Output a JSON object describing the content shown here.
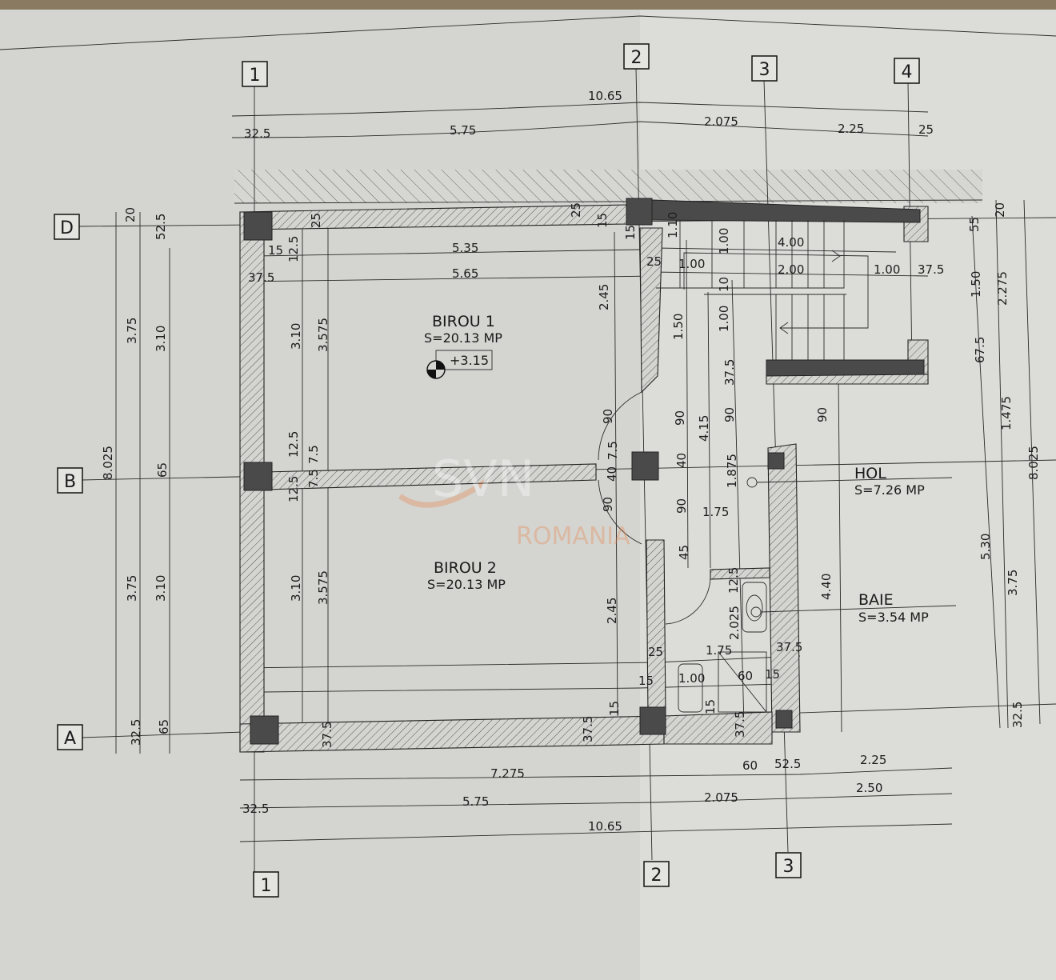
{
  "axes": {
    "vertical": [
      "1",
      "2",
      "3",
      "4"
    ],
    "horizontal": [
      "D",
      "B",
      "A"
    ]
  },
  "rooms": [
    {
      "name": "BIROU 1",
      "area": "S=20.13 MP"
    },
    {
      "name": "BIROU 2",
      "area": "S=20.13 MP"
    },
    {
      "name": "HOL",
      "area": "S=7.26 MP"
    },
    {
      "name": "BAIE",
      "area": "S=3.54 MP"
    }
  ],
  "level_mark": "+3.15",
  "watermark": {
    "brand": "SVN",
    "sub": "ROMANIA",
    "color": "#e8834a"
  },
  "colors": {
    "paper": "#d6d7d3",
    "line": "#1e1e1e",
    "column": "#4a4a4a"
  },
  "dimensions": [
    "10.65",
    "5.75",
    "2.075",
    "2.25",
    "32.5",
    "25",
    "5.35",
    "5.65",
    "37.5",
    "4.00",
    "1.00",
    "2.00",
    "1.00",
    "37.5",
    "25",
    "15",
    "15",
    "25",
    "25",
    "15",
    "8.025",
    "3.75",
    "3.10",
    "65",
    "3.75",
    "3.10",
    "65",
    "32.5",
    "20",
    "52.5",
    "3.10",
    "3.575",
    "3.10",
    "3.575",
    "12.5",
    "7.5",
    "12.5",
    "7.5",
    "37.5",
    "12.5",
    "2.45",
    "90",
    "90",
    "2.45",
    "7.5",
    "40",
    "1.10",
    "1.50",
    "90",
    "40",
    "90",
    "45",
    "4.15",
    "1.00",
    "1.00",
    "10",
    "90",
    "37.5",
    "1.875",
    "1.75",
    "12.5",
    "2.025",
    "1.75",
    "37.5",
    "1.00",
    "60",
    "15",
    "15",
    "37.5",
    "25",
    "15",
    "15",
    "37.5",
    "90",
    "4.40",
    "5.30",
    "3.75",
    "1.50",
    "2.275",
    "55",
    "20",
    "67.5",
    "1.475",
    "8.025",
    "32.5",
    "7.275",
    "60",
    "52.5",
    "2.25",
    "5.75",
    "2.075",
    "2.50",
    "32.5",
    "10.65"
  ]
}
